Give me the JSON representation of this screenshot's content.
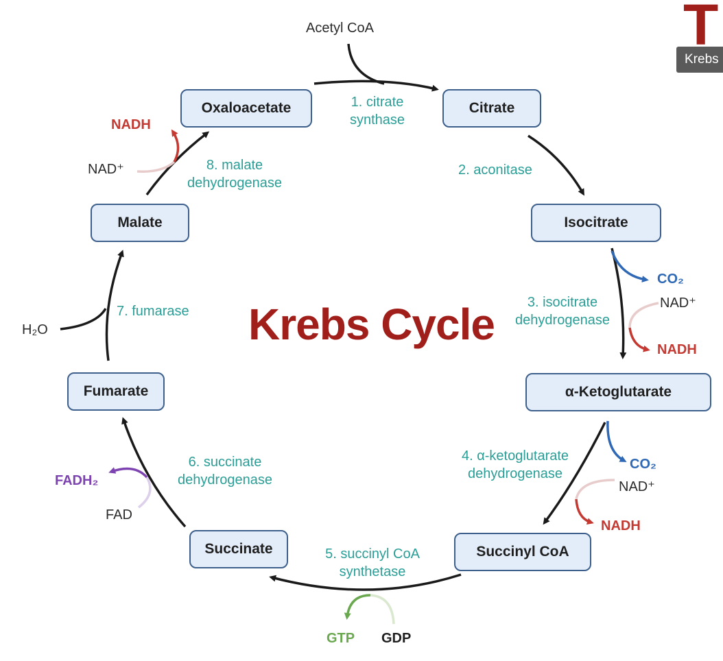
{
  "title": "Krebs Cycle",
  "corner_logo": "T",
  "tooltip": "Krebs",
  "nodes": {
    "oxaloacetate": "Oxaloacetate",
    "citrate": "Citrate",
    "isocitrate": "Isocitrate",
    "ketoglutarate": "α-Ketoglutarate",
    "succinyl_coa": "Succinyl CoA",
    "succinate": "Succinate",
    "fumarate": "Fumarate",
    "malate": "Malate"
  },
  "enzymes": {
    "e1_line1": "1. citrate",
    "e1_line2": "synthase",
    "e2": "2. aconitase",
    "e3_line1": "3. isocitrate",
    "e3_line2": "dehydrogenase",
    "e4_line1": "4. α-ketoglutarate",
    "e4_line2": "dehydrogenase",
    "e5_line1": "5. succinyl CoA",
    "e5_line2": "synthetase",
    "e6_line1": "6. succinate",
    "e6_line2": "dehydrogenase",
    "e7": "7. fumarase",
    "e8_line1": "8. malate",
    "e8_line2": "dehydrogenase"
  },
  "molecules": {
    "acetyl_coa": "Acetyl CoA",
    "co2_3": "CO₂",
    "nad_3": "NAD⁺",
    "nadh_3": "NADH",
    "co2_4": "CO₂",
    "nad_4": "NAD⁺",
    "nadh_4": "NADH",
    "gtp": "GTP",
    "gdp": "GDP",
    "fadh2": "FADH₂",
    "fad": "FAD",
    "h2o": "H₂O",
    "nad_8": "NAD⁺",
    "nadh_8": "NADH"
  },
  "colors": {
    "title": "#a11f1b",
    "enzyme": "#2a9e96",
    "nadh": "#c43a33",
    "co2": "#2f68b4",
    "fadh2": "#7d43b0",
    "gtp": "#6aa84f",
    "node_fill": "#e3edf9",
    "node_border": "#3d5f8c"
  }
}
